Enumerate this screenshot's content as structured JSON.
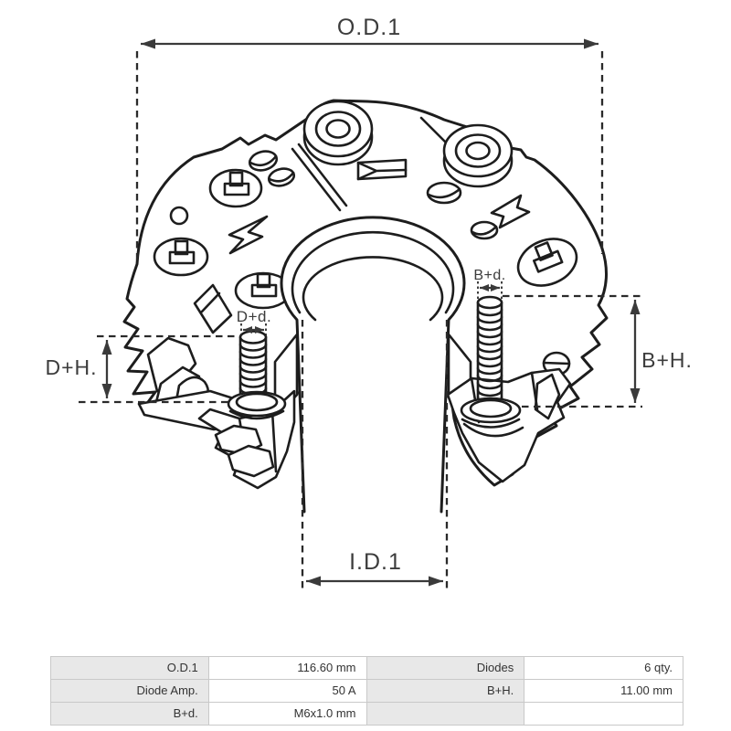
{
  "drawing": {
    "dimension_labels": {
      "od1": "O.D.1",
      "id1": "I.D.1",
      "dplus_h": "D+H.",
      "bplus_h": "B+H.",
      "dplus_d": "D+d.",
      "bplus_d": "B+d."
    },
    "colors": {
      "line": "#1d1d1d",
      "dimension_text": "#3c3c3c"
    }
  },
  "spec_table": {
    "colors": {
      "label_bg": "#e8e8e8",
      "border": "#c9c9c9",
      "text": "#333333"
    },
    "rows": [
      {
        "cells": [
          {
            "label": "O.D.1",
            "value": "116.60 mm"
          },
          {
            "label": "Diodes",
            "value": "6 qty."
          }
        ]
      },
      {
        "cells": [
          {
            "label": "Diode Amp.",
            "value": "50 A"
          },
          {
            "label": "B+H.",
            "value": "11.00 mm"
          }
        ]
      },
      {
        "cells": [
          {
            "label": "B+d.",
            "value": "M6x1.0 mm"
          },
          {
            "label": "",
            "value": ""
          }
        ]
      }
    ]
  }
}
